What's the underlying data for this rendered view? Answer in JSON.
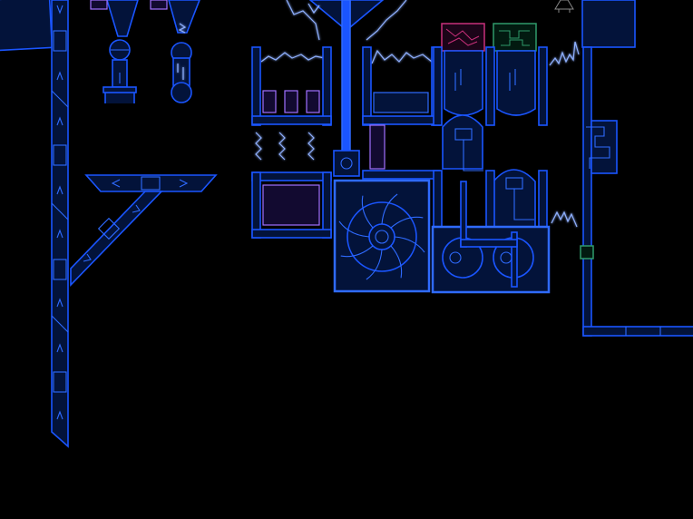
{
  "scene": {
    "background": "#000000",
    "outline_color": "#1a55ff",
    "bright_color": "#2f6bff",
    "fill_color": "#03133a",
    "glow_color": "#8fb0ff",
    "magenta_color": "#c8307a",
    "green_color": "#2f9a6a",
    "violet_color": "#a070ff"
  },
  "objects": [
    {
      "name": "wall-pillar-left",
      "icon": "arrow-pillar"
    },
    {
      "name": "triangle-shelf-bracket",
      "icon": "bracket"
    },
    {
      "name": "robot-arm-left",
      "icon": "claw-arm"
    },
    {
      "name": "robot-arm-right",
      "icon": "claw-arm"
    },
    {
      "name": "main-power-pipe",
      "icon": "pipe"
    },
    {
      "name": "tesla-generator-cage",
      "icon": "electric-cage"
    },
    {
      "name": "magenta-circuit-chip",
      "icon": "circuit-chip"
    },
    {
      "name": "green-circuit-chip",
      "icon": "circuit-chip"
    },
    {
      "name": "fan-turbine",
      "icon": "turbine"
    },
    {
      "name": "piston-machine",
      "icon": "piston"
    },
    {
      "name": "right-wall-frame",
      "icon": "frame"
    },
    {
      "name": "electric-spark",
      "icon": "spark"
    },
    {
      "name": "green-switch",
      "icon": "switch"
    }
  ]
}
